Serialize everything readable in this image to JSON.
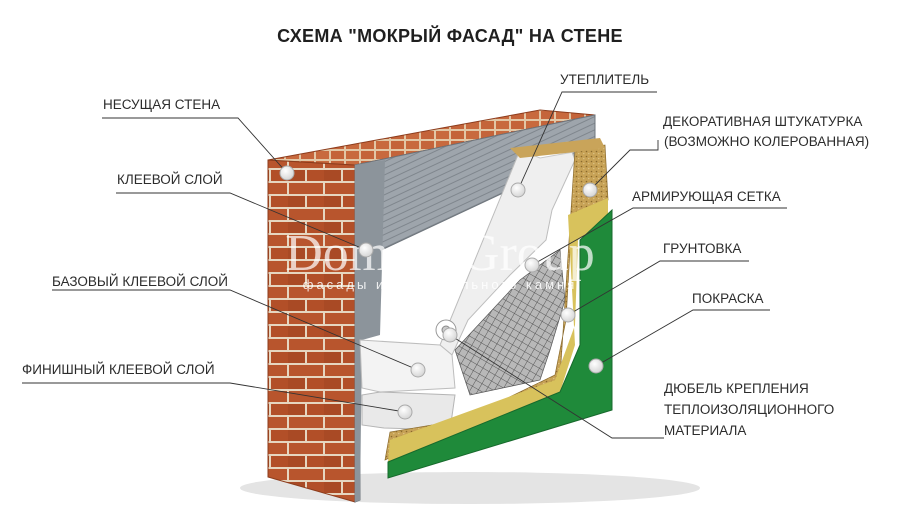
{
  "title": "СХЕМА \"МОКРЫЙ ФАСАД\" НА СТЕНЕ",
  "watermark": {
    "main": "Domoff Group",
    "sub": "фасады из натурального камня"
  },
  "labels": {
    "bearing_wall": "НЕСУЩАЯ СТЕНА",
    "adhesive_layer": "КЛЕЕВОЙ СЛОЙ",
    "base_adhesive_layer": "БАЗОВЫЙ КЛЕЕВОЙ СЛОЙ",
    "finish_adhesive_layer": "ФИНИШНЫЙ КЛЕЕВОЙ СЛОЙ",
    "insulation": "УТЕПЛИТЕЛЬ",
    "decorative_plaster_line1": "ДЕКОРАТИВНАЯ ШТУКАТУРКА",
    "decorative_plaster_line2": "(ВОЗМОЖНО КОЛЕРОВАННАЯ)",
    "reinforcing_mesh": "АРМИРУЮЩАЯ СЕТКА",
    "primer": "ГРУНТОВКА",
    "painting": "ПОКРАСКА",
    "dowel_line1": "ДЮБЕЛЬ КРЕПЛЕНИЯ",
    "dowel_line2": "ТЕПЛОИЗОЛЯЦИОННОГО",
    "dowel_line3": "МАТЕРИАЛА"
  },
  "colors": {
    "brick": "#b5512a",
    "mortar": "#e8d9c4",
    "adhesive": "#9aa1a8",
    "insulation": "#eeeeee",
    "plaster_sand": "#c9a45a",
    "primer": "#d8c25c",
    "paint_green": "#1f8a3a",
    "leader_line": "#333333"
  }
}
